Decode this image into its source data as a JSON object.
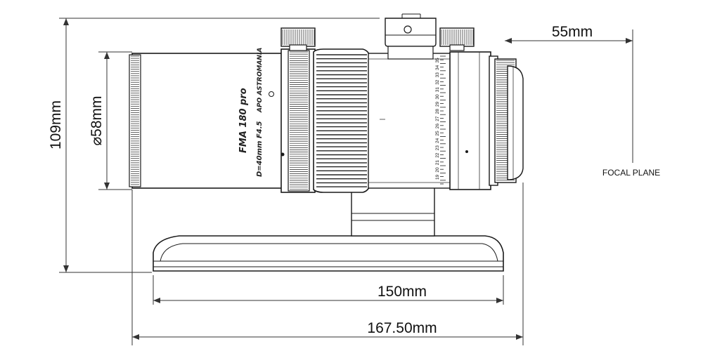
{
  "dimensions": {
    "height": "109mm",
    "diameter": "⌀58mm",
    "backfocus": "55mm",
    "base_length": "150mm",
    "total_length": "167.50mm"
  },
  "focal_plane_label": "FOCAL PLANE",
  "lens_markings": {
    "model": "FMA 180 pro",
    "brand": "APO ASTROMANIA",
    "spec": "D=40mm  F4.5"
  },
  "focus_scale": [
    "19",
    "20",
    "21",
    "22",
    "23",
    "24",
    "25",
    "26",
    "27",
    "28",
    "29",
    "30",
    "31",
    "32",
    "33",
    "34",
    "35"
  ]
}
